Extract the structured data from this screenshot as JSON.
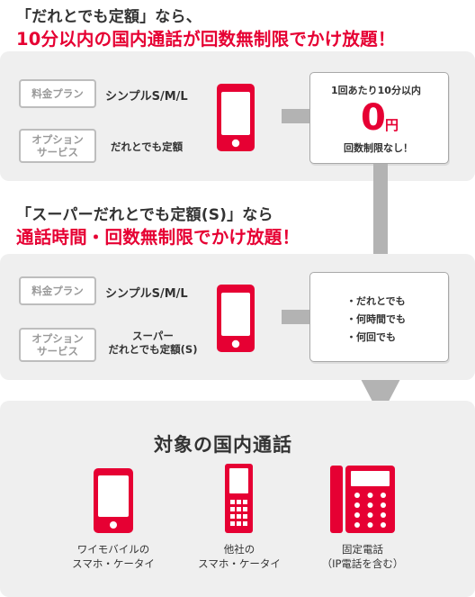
{
  "section1": {
    "heading": "「だれとでも定額」なら、",
    "subheading": "10分以内の国内通話が回数無制限でかけ放題！",
    "plan_tag": "料金プラン",
    "plan_name": "シンプルS/M/L",
    "option_tag_line1": "オプション",
    "option_tag_line2": "サービス",
    "option_name": "だれとでも定額",
    "result": {
      "line1": "1回あたり10分以内",
      "price": "0",
      "unit": "円",
      "line3": "回数制限なし！"
    }
  },
  "section2": {
    "heading": "「スーパーだれとでも定額(S)」なら",
    "subheading": "通話時間・回数無制限でかけ放題！",
    "plan_tag": "料金プラン",
    "plan_name": "シンプルS/M/L",
    "option_tag_line1": "オプション",
    "option_tag_line2": "サービス",
    "option_name_line1": "スーパー",
    "option_name_line2": "だれとでも定額(S)",
    "result": {
      "items": [
        "・だれとでも",
        "・何時間でも",
        "・何回でも"
      ]
    }
  },
  "section3": {
    "title": "対象の国内通話",
    "devices": [
      {
        "label_line1": "ワイモバイルの",
        "label_line2": "スマホ・ケータイ",
        "icon": "smartphone-icon"
      },
      {
        "label_line1": "他社の",
        "label_line2": "スマホ・ケータイ",
        "icon": "feature-phone-icon"
      },
      {
        "label_line1": "固定電話",
        "label_line2": "（IP電話を含む）",
        "icon": "landline-phone-icon"
      }
    ]
  },
  "colors": {
    "accent": "#e60033",
    "panel": "#efefef",
    "connector": "#b3b3b3",
    "text": "#333333"
  }
}
